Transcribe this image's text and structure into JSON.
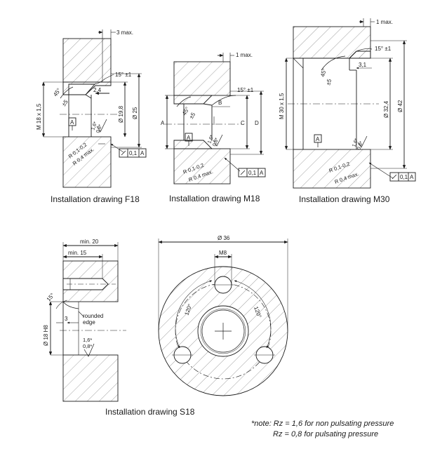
{
  "captions": {
    "f18": "Installation drawing F18",
    "m18": "Installation drawing M18",
    "m30": "Installation drawing M30",
    "s18": "Installation drawing S18"
  },
  "notes": {
    "line1": "*note: Rz = 1,6 for non pulsating pressure",
    "line2": "Rz = 0,8 for pulsating pressure"
  },
  "f18": {
    "max": "3 max.",
    "angle": "15° ±1",
    "chamfer": "45°",
    "chamfer_b": "±5",
    "depth": "2,4",
    "thread": "M 18 x 1,5",
    "d1": "Ø 19,8",
    "d2": "Ø 25",
    "datum": "A",
    "rough_a": "1,6*",
    "rough_b": "0,8*",
    "r1": "R 0,1-0,2",
    "r2": "R 0,4 max.",
    "tol": "0,1",
    "tol_ref": "A"
  },
  "m18": {
    "max": "1 max.",
    "angle": "15° ±1",
    "chamfer": "45°",
    "chamfer_b": "±5",
    "b": "B",
    "a": "A",
    "c": "C",
    "d": "D",
    "datum": "A",
    "rough_a": "1,6*",
    "rough_b": "0,8*",
    "r1": "R 0,1-0,2",
    "r2": "R 0,4 max.",
    "tol": "0,1",
    "tol_ref": "A"
  },
  "m30": {
    "max": "1 max.",
    "angle": "15° ±1",
    "chamfer": "45°",
    "chamfer_b": "±5",
    "depth": "3,1",
    "thread": "M 30 x 1,5",
    "d1": "Ø 32,4",
    "d2": "Ø 42",
    "datum": "A",
    "rough_a": "1,6*",
    "rough_b": "0,8*",
    "r1": "R 0,1-0,2",
    "r2": "R 0,4 max.",
    "tol": "0,1",
    "tol_ref": "A"
  },
  "s18": {
    "min20": "min. 20",
    "min15": "min. 15",
    "angle": "15°",
    "rounded": "rounded",
    "edge": "edge",
    "three": "3",
    "bore": "Ø 18 H8",
    "rough_a": "1,6*",
    "rough_b": "0,8*",
    "d36": "Ø 36",
    "m8": "M8",
    "a1": "120°",
    "a2": "120°"
  }
}
